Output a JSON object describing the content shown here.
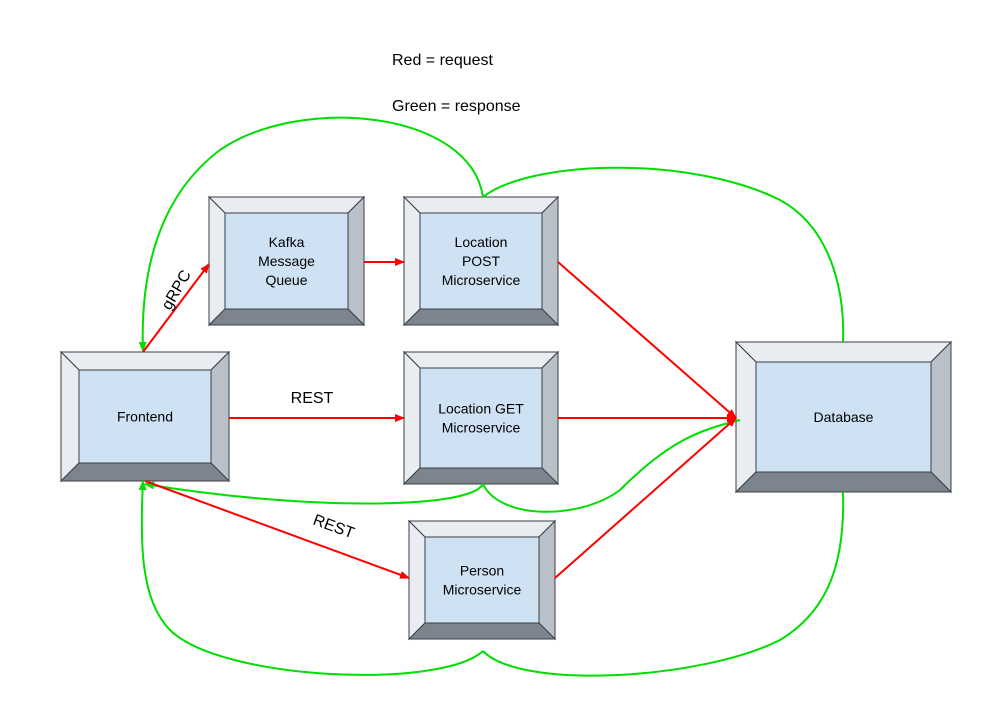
{
  "legend": {
    "red": "Red = request",
    "green": "Green = response"
  },
  "colors": {
    "request": "#ff0000",
    "response": "#00dd00",
    "box_fill": "#cfe2f3",
    "bevel_light": "#e9edf2",
    "bevel_mid": "#b9c0c8",
    "bevel_dark": "#7c848d"
  },
  "nodes": {
    "kafka": [
      "Kafka",
      "Message",
      "Queue"
    ],
    "location_post": [
      "Location",
      "POST",
      "Microservice"
    ],
    "frontend": [
      "Frontend"
    ],
    "location_get": [
      "Location GET",
      "Microservice"
    ],
    "database": [
      "Database"
    ],
    "person": [
      "Person",
      "Microservice"
    ]
  },
  "edge_labels": {
    "grpc": "gRPC",
    "rest_get": "REST",
    "rest_person": "REST"
  }
}
